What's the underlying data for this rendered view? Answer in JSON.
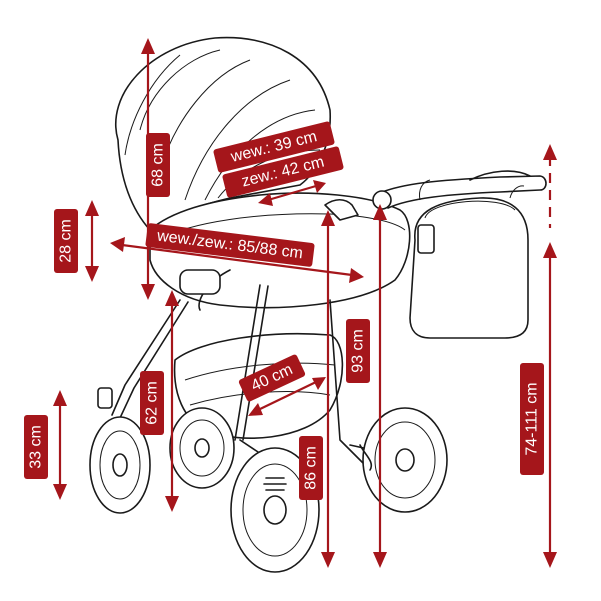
{
  "colors": {
    "accent": "#a5161b",
    "line": "#1a1a1a",
    "background": "#ffffff"
  },
  "dimensions": {
    "carrycot_height": "68 cm",
    "carrycot_depth": "28 cm",
    "inner_width": "wew.: 39 cm",
    "outer_width": "zew.: 42 cm",
    "carrycot_length": "wew./zew.: 85/88 cm",
    "seat_depth": "40 cm",
    "carrycot_floor_height": "62 cm",
    "wheel_height": "33 cm",
    "seat_height": "86 cm",
    "stroller_height": "93 cm",
    "handle_height": "74-111 cm"
  }
}
